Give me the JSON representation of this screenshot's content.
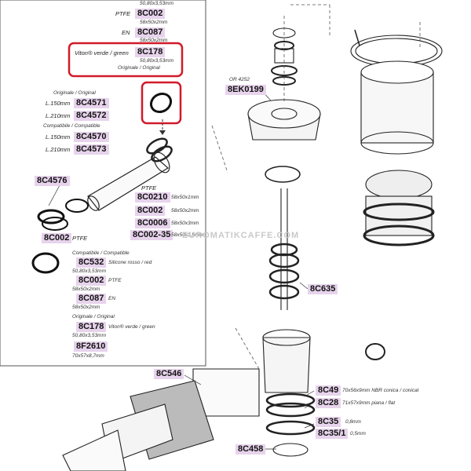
{
  "colors": {
    "highlight_box": "#d11a2a",
    "code_bg": "#e7d3ec",
    "line": "#222222"
  },
  "top_items": {
    "l1": "50,80x3,53mm",
    "ptfe": "PTFE",
    "c8c002": "8C002",
    "l2": "58x50x2mm",
    "en": "EN",
    "c8c087": "8C087",
    "l3": "58x50x2mm"
  },
  "highlighted": {
    "name": "Viton® verde / green",
    "code": "8C178",
    "size": "50,80x3,53mm",
    "orig": "Originale / Original"
  },
  "left_group": {
    "orig_title": "Originale / Original",
    "l150": "L.150mm",
    "c4571": "8C4571",
    "l210": "L.210mm",
    "c4572": "8C4572",
    "compat_title": "Compatibile / Compatible",
    "l150b": "L.150mm",
    "c4570": "8C4570",
    "l210b": "L.210mm",
    "c4573": "8C4573",
    "c4576": "8C4576",
    "c002": "8C002",
    "ptfe": "PTFE"
  },
  "ptfe_group": {
    "title": "PTFE",
    "rows": [
      {
        "code": "8C0210",
        "size": "58x50x1mm"
      },
      {
        "code": "8C002",
        "size": "58x50x2mm"
      },
      {
        "code": "8C0006",
        "size": "58x50x3mm"
      },
      {
        "code": "8C002-35",
        "size": "58x50x3,5mm"
      }
    ]
  },
  "lower_group": {
    "compat_title": "Compatibile / Compatible",
    "c532": "8C532",
    "c532_note": "Silicone rosso / red",
    "c532_size": "50,80x3,53mm",
    "c002": "8C002",
    "c002_note": "PTFE",
    "c002_size": "58x50x2mm",
    "c087": "8C087",
    "c087_note": "EN",
    "c087_size": "58x50x2mm",
    "orig_title": "Originale / Original",
    "c178": "8C178",
    "c178_note": "Viton® verde / green",
    "c178_size": "50,80x3,53mm",
    "f2610": "8F2610",
    "f2610_size": "70x57x8,7mm"
  },
  "right_labels": {
    "or": "OR 4252",
    "c8ek0199": "8EK0199",
    "c635": "8C635",
    "c546": "8C546",
    "c49": "8C49",
    "c49_note": "70x56x9mm NBR conica / conical",
    "c28": "8C28",
    "c28_note": "71x57x9mm piana / flat",
    "c35": "8C35",
    "c35_note": "0,8mm",
    "c35_1": "8C35/1",
    "c35_1_note": "0,5mm",
    "c458": "8C458"
  },
  "watermark": "EUROMATIKCAFFE.COM"
}
